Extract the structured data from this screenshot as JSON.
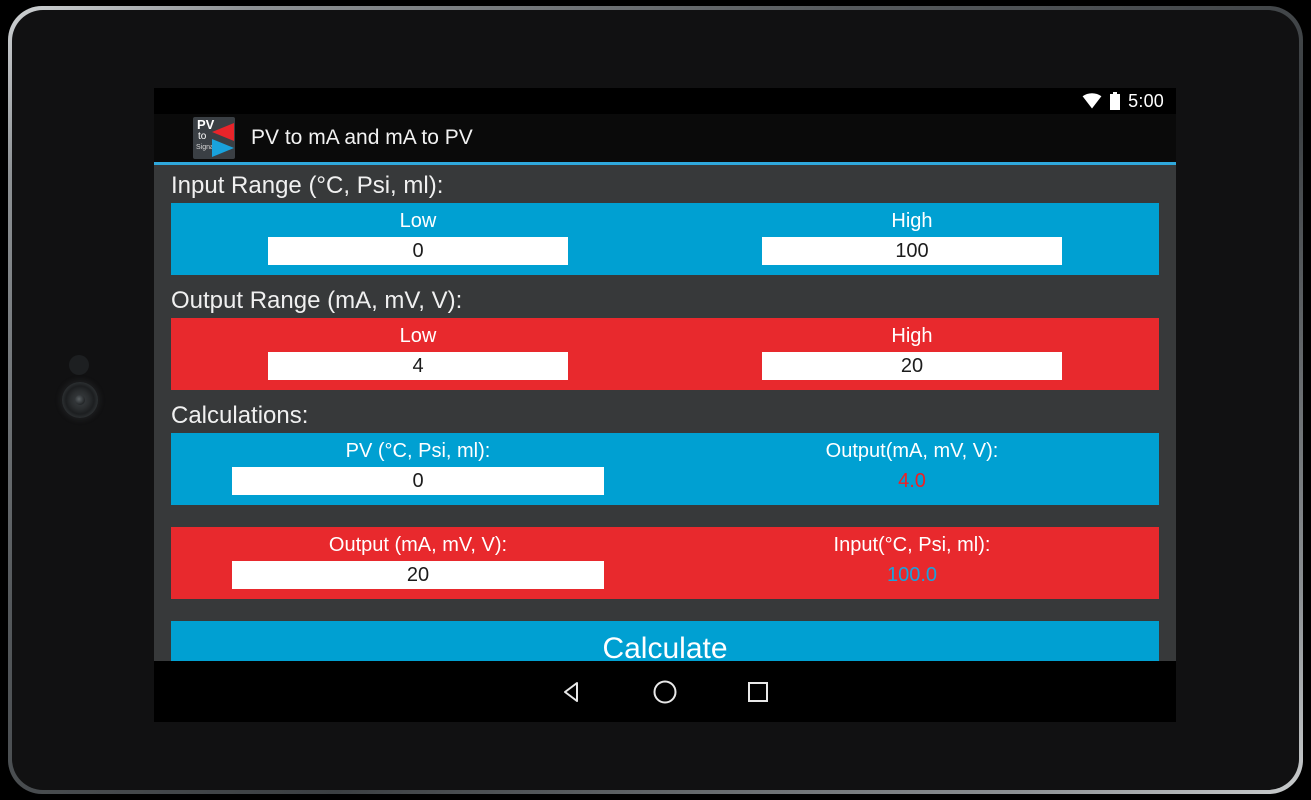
{
  "status_bar": {
    "time": "5:00",
    "wifi_icon": "wifi-icon",
    "battery_icon": "battery-icon"
  },
  "action_bar": {
    "title": "PV to mA and mA to PV",
    "icon": {
      "name": "app-icon-pv-to-signal",
      "line1": "PV",
      "line2": "to",
      "line3": "Signal",
      "arrow_red_color": "#e8242a",
      "arrow_blue_color": "#19a2dc"
    },
    "accent_color": "#2fa8dc"
  },
  "colors": {
    "blue_band": "#00a0d2",
    "red_band": "#e8292d",
    "app_background": "#37393a",
    "result_red": "#ef1f24",
    "result_blue": "#1aa3dd"
  },
  "sections": {
    "input_range": {
      "heading": "Input Range (°C, Psi, ml):",
      "low_label": "Low",
      "low_value": "0",
      "high_label": "High",
      "high_value": "100"
    },
    "output_range": {
      "heading": "Output Range (mA, mV, V):",
      "low_label": "Low",
      "low_value": "4",
      "high_label": "High",
      "high_value": "20"
    },
    "calculations": {
      "heading": "Calculations:",
      "pv_to_output": {
        "input_label": "PV (°C, Psi, ml):",
        "input_value": "0",
        "result_label": "Output(mA, mV, V):",
        "result_value": "4.0"
      },
      "output_to_pv": {
        "input_label": "Output (mA, mV, V):",
        "input_value": "20",
        "result_label": "Input(°C, Psi, ml):",
        "result_value": "100.0"
      }
    }
  },
  "calculate_button": {
    "label": "Calculate"
  },
  "nav_bar": {
    "back_icon": "back-triangle-icon",
    "home_icon": "home-circle-icon",
    "recents_icon": "recents-square-icon"
  }
}
